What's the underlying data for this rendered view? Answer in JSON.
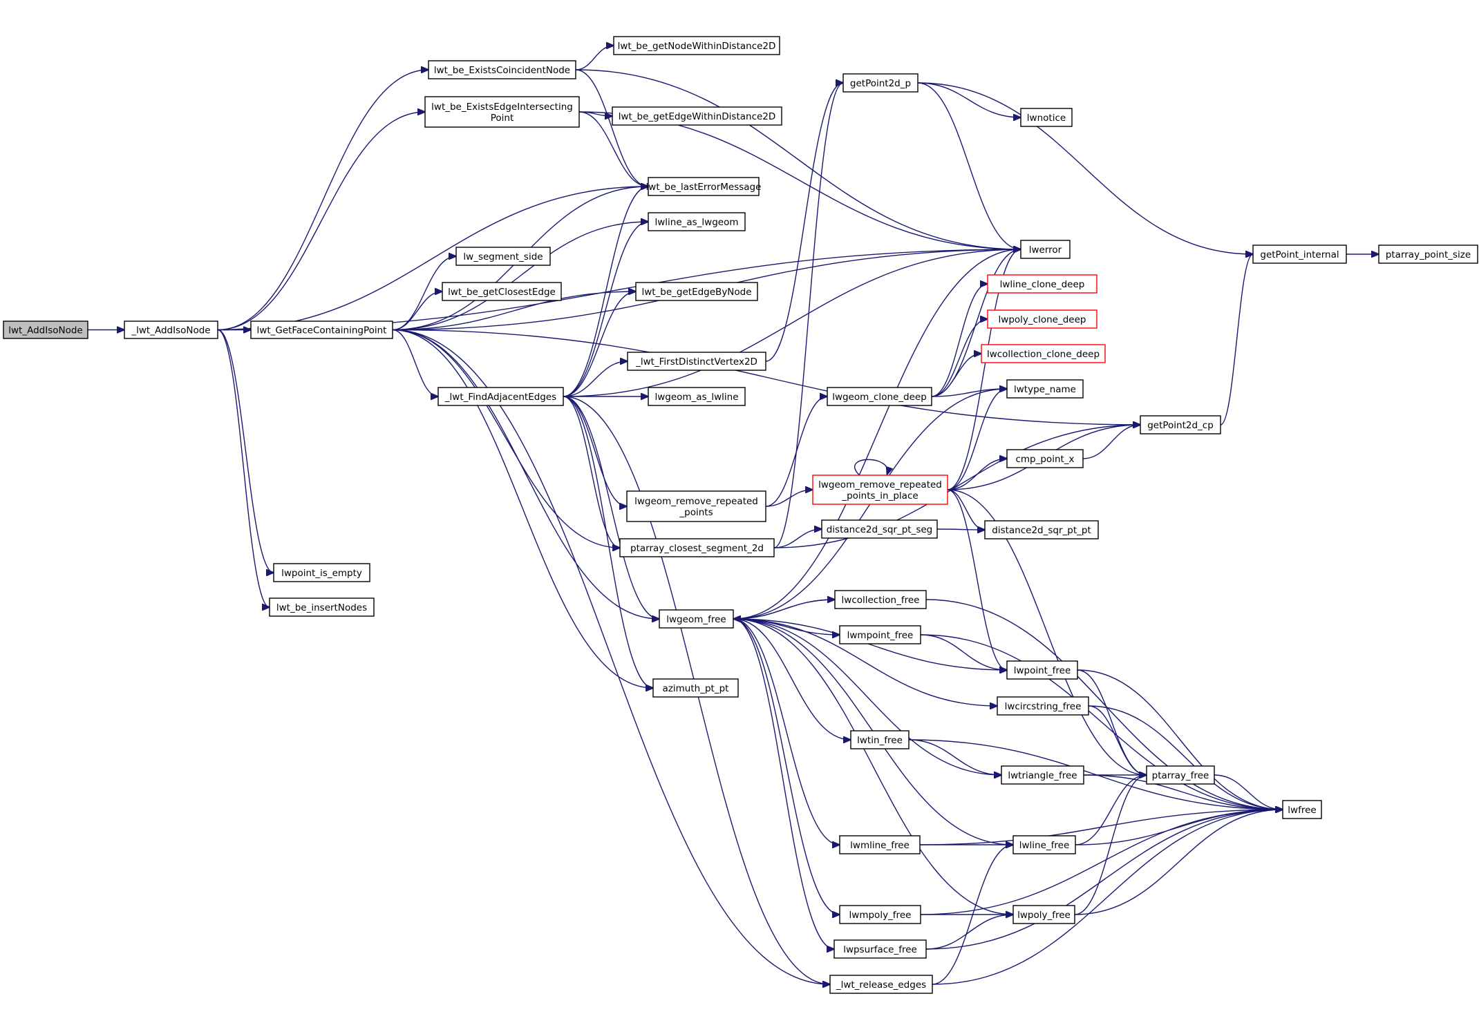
{
  "graph": {
    "edge_color": "#191970",
    "current_node_fill": "#bfbfbf",
    "truncated_node_border": "#ff0000",
    "nodes": [
      {
        "id": "lwt_AddIsoNode",
        "label": [
          "lwt_AddIsoNode"
        ],
        "current": true
      },
      {
        "id": "_lwt_AddIsoNode",
        "label": [
          "_lwt_AddIsoNode"
        ]
      },
      {
        "id": "lwt_GetFaceContainingPoint",
        "label": [
          "lwt_GetFaceContainingPoint"
        ]
      },
      {
        "id": "lwt_be_ExistsCoincidentNode",
        "label": [
          "lwt_be_ExistsCoincidentNode"
        ]
      },
      {
        "id": "lwt_be_ExistsEdgeIntersectingPoint",
        "label": [
          "lwt_be_ExistsEdgeIntersecting",
          "Point"
        ]
      },
      {
        "id": "lwt_be_getNodeWithinDistance2D",
        "label": [
          "lwt_be_getNodeWithinDistance2D"
        ]
      },
      {
        "id": "lwt_be_getEdgeWithinDistance2D",
        "label": [
          "lwt_be_getEdgeWithinDistance2D"
        ]
      },
      {
        "id": "lwt_be_lastErrorMessage",
        "label": [
          "lwt_be_lastErrorMessage"
        ]
      },
      {
        "id": "lwline_as_lwgeom",
        "label": [
          "lwline_as_lwgeom"
        ]
      },
      {
        "id": "lw_segment_side",
        "label": [
          "lw_segment_side"
        ]
      },
      {
        "id": "lwt_be_getClosestEdge",
        "label": [
          "lwt_be_getClosestEdge"
        ]
      },
      {
        "id": "lwt_be_getEdgeByNode",
        "label": [
          "lwt_be_getEdgeByNode"
        ]
      },
      {
        "id": "_lwt_FirstDistinctVertex2D",
        "label": [
          "_lwt_FirstDistinctVertex2D"
        ]
      },
      {
        "id": "_lwt_FindAdjacentEdges",
        "label": [
          "_lwt_FindAdjacentEdges"
        ]
      },
      {
        "id": "lwgeom_as_lwline",
        "label": [
          "lwgeom_as_lwline"
        ]
      },
      {
        "id": "lwgeom_remove_repeated_points",
        "label": [
          "lwgeom_remove_repeated",
          "_points"
        ]
      },
      {
        "id": "ptarray_closest_segment_2d",
        "label": [
          "ptarray_closest_segment_2d"
        ]
      },
      {
        "id": "lwpoint_is_empty",
        "label": [
          "lwpoint_is_empty"
        ]
      },
      {
        "id": "lwt_be_insertNodes",
        "label": [
          "lwt_be_insertNodes"
        ]
      },
      {
        "id": "lwgeom_free",
        "label": [
          "lwgeom_free"
        ]
      },
      {
        "id": "azimuth_pt_pt",
        "label": [
          "azimuth_pt_pt"
        ]
      },
      {
        "id": "getPoint2d_p",
        "label": [
          "getPoint2d_p"
        ]
      },
      {
        "id": "lwnotice",
        "label": [
          "lwnotice"
        ]
      },
      {
        "id": "lwerror",
        "label": [
          "lwerror"
        ]
      },
      {
        "id": "lwline_clone_deep",
        "label": [
          "lwline_clone_deep"
        ],
        "truncated": true
      },
      {
        "id": "lwpoly_clone_deep",
        "label": [
          "lwpoly_clone_deep"
        ],
        "truncated": true
      },
      {
        "id": "lwcollection_clone_deep",
        "label": [
          "lwcollection_clone_deep"
        ],
        "truncated": true
      },
      {
        "id": "lwgeom_clone_deep",
        "label": [
          "lwgeom_clone_deep"
        ]
      },
      {
        "id": "lwtype_name",
        "label": [
          "lwtype_name"
        ]
      },
      {
        "id": "lwgeom_remove_repeated_points_in_place",
        "label": [
          "lwgeom_remove_repeated",
          "_points_in_place"
        ],
        "truncated": true
      },
      {
        "id": "cmp_point_x",
        "label": [
          "cmp_point_x"
        ]
      },
      {
        "id": "distance2d_sqr_pt_seg",
        "label": [
          "distance2d_sqr_pt_seg"
        ]
      },
      {
        "id": "distance2d_sqr_pt_pt",
        "label": [
          "distance2d_sqr_pt_pt"
        ]
      },
      {
        "id": "getPoint2d_cp",
        "label": [
          "getPoint2d_cp"
        ]
      },
      {
        "id": "getPoint_internal",
        "label": [
          "getPoint_internal"
        ]
      },
      {
        "id": "ptarray_point_size",
        "label": [
          "ptarray_point_size"
        ]
      },
      {
        "id": "lwcollection_free",
        "label": [
          "lwcollection_free"
        ]
      },
      {
        "id": "lwmpoint_free",
        "label": [
          "lwmpoint_free"
        ]
      },
      {
        "id": "lwpoint_free",
        "label": [
          "lwpoint_free"
        ]
      },
      {
        "id": "lwcircstring_free",
        "label": [
          "lwcircstring_free"
        ]
      },
      {
        "id": "lwtin_free",
        "label": [
          "lwtin_free"
        ]
      },
      {
        "id": "lwtriangle_free",
        "label": [
          "lwtriangle_free"
        ]
      },
      {
        "id": "ptarray_free",
        "label": [
          "ptarray_free"
        ]
      },
      {
        "id": "lwfree",
        "label": [
          "lwfree"
        ]
      },
      {
        "id": "lwmline_free",
        "label": [
          "lwmline_free"
        ]
      },
      {
        "id": "lwline_free",
        "label": [
          "lwline_free"
        ]
      },
      {
        "id": "lwmpoly_free",
        "label": [
          "lwmpoly_free"
        ]
      },
      {
        "id": "lwpoly_free",
        "label": [
          "lwpoly_free"
        ]
      },
      {
        "id": "lwpsurface_free",
        "label": [
          "lwpsurface_free"
        ]
      },
      {
        "id": "_lwt_release_edges",
        "label": [
          "_lwt_release_edges"
        ]
      }
    ],
    "edges": [
      [
        "lwt_AddIsoNode",
        "_lwt_AddIsoNode"
      ],
      [
        "_lwt_AddIsoNode",
        "lwt_GetFaceContainingPoint"
      ],
      [
        "_lwt_AddIsoNode",
        "lwt_be_ExistsCoincidentNode"
      ],
      [
        "_lwt_AddIsoNode",
        "lwt_be_ExistsEdgeIntersectingPoint"
      ],
      [
        "_lwt_AddIsoNode",
        "lwt_be_lastErrorMessage"
      ],
      [
        "_lwt_AddIsoNode",
        "lwpoint_is_empty"
      ],
      [
        "_lwt_AddIsoNode",
        "lwt_be_insertNodes"
      ],
      [
        "_lwt_AddIsoNode",
        "lwerror"
      ],
      [
        "lwt_GetFaceContainingPoint",
        "lwt_be_lastErrorMessage"
      ],
      [
        "lwt_GetFaceContainingPoint",
        "lwline_as_lwgeom"
      ],
      [
        "lwt_GetFaceContainingPoint",
        "lw_segment_side"
      ],
      [
        "lwt_GetFaceContainingPoint",
        "lwt_be_getClosestEdge"
      ],
      [
        "lwt_GetFaceContainingPoint",
        "lwt_be_getEdgeByNode"
      ],
      [
        "lwt_GetFaceContainingPoint",
        "_lwt_FindAdjacentEdges"
      ],
      [
        "lwt_GetFaceContainingPoint",
        "lwerror"
      ],
      [
        "lwt_GetFaceContainingPoint",
        "getPoint2d_cp"
      ],
      [
        "lwt_GetFaceContainingPoint",
        "lwgeom_free"
      ],
      [
        "lwt_GetFaceContainingPoint",
        "azimuth_pt_pt"
      ],
      [
        "lwt_GetFaceContainingPoint",
        "ptarray_closest_segment_2d"
      ],
      [
        "lwt_GetFaceContainingPoint",
        "_lwt_release_edges"
      ],
      [
        "lwt_be_ExistsCoincidentNode",
        "lwt_be_getNodeWithinDistance2D"
      ],
      [
        "lwt_be_ExistsCoincidentNode",
        "lwt_be_lastErrorMessage"
      ],
      [
        "lwt_be_ExistsCoincidentNode",
        "lwerror"
      ],
      [
        "lwt_be_ExistsEdgeIntersectingPoint",
        "lwt_be_getEdgeWithinDistance2D"
      ],
      [
        "lwt_be_ExistsEdgeIntersectingPoint",
        "lwt_be_lastErrorMessage"
      ],
      [
        "lwt_be_ExistsEdgeIntersectingPoint",
        "lwerror"
      ],
      [
        "_lwt_FindAdjacentEdges",
        "lwt_be_lastErrorMessage"
      ],
      [
        "_lwt_FindAdjacentEdges",
        "lwline_as_lwgeom"
      ],
      [
        "_lwt_FindAdjacentEdges",
        "lwt_be_getEdgeByNode"
      ],
      [
        "_lwt_FindAdjacentEdges",
        "_lwt_FirstDistinctVertex2D"
      ],
      [
        "_lwt_FindAdjacentEdges",
        "lwgeom_as_lwline"
      ],
      [
        "_lwt_FindAdjacentEdges",
        "lwgeom_remove_repeated_points"
      ],
      [
        "_lwt_FindAdjacentEdges",
        "ptarray_closest_segment_2d"
      ],
      [
        "_lwt_FindAdjacentEdges",
        "lwgeom_free"
      ],
      [
        "_lwt_FindAdjacentEdges",
        "azimuth_pt_pt"
      ],
      [
        "_lwt_FindAdjacentEdges",
        "lwerror"
      ],
      [
        "_lwt_FindAdjacentEdges",
        "_lwt_release_edges"
      ],
      [
        "_lwt_FirstDistinctVertex2D",
        "getPoint2d_p"
      ],
      [
        "getPoint2d_p",
        "lwnotice"
      ],
      [
        "getPoint2d_p",
        "lwerror"
      ],
      [
        "getPoint2d_p",
        "getPoint_internal"
      ],
      [
        "lwgeom_remove_repeated_points",
        "lwgeom_clone_deep"
      ],
      [
        "lwgeom_remove_repeated_points",
        "lwgeom_remove_repeated_points_in_place"
      ],
      [
        "ptarray_closest_segment_2d",
        "getPoint2d_p"
      ],
      [
        "ptarray_closest_segment_2d",
        "distance2d_sqr_pt_seg"
      ],
      [
        "ptarray_closest_segment_2d",
        "getPoint2d_cp"
      ],
      [
        "distance2d_sqr_pt_seg",
        "distance2d_sqr_pt_pt"
      ],
      [
        "lwgeom_clone_deep",
        "lwline_clone_deep"
      ],
      [
        "lwgeom_clone_deep",
        "lwpoly_clone_deep"
      ],
      [
        "lwgeom_clone_deep",
        "lwcollection_clone_deep"
      ],
      [
        "lwgeom_clone_deep",
        "lwtype_name"
      ],
      [
        "lwgeom_clone_deep",
        "lwerror"
      ],
      [
        "lwgeom_remove_repeated_points_in_place",
        "lwgeom_remove_repeated_points_in_place"
      ],
      [
        "lwgeom_remove_repeated_points_in_place",
        "lwerror"
      ],
      [
        "lwgeom_remove_repeated_points_in_place",
        "lwtype_name"
      ],
      [
        "lwgeom_remove_repeated_points_in_place",
        "getPoint2d_cp"
      ],
      [
        "lwgeom_remove_repeated_points_in_place",
        "cmp_point_x"
      ],
      [
        "lwgeom_remove_repeated_points_in_place",
        "distance2d_sqr_pt_pt"
      ],
      [
        "lwgeom_remove_repeated_points_in_place",
        "lwpoint_free"
      ],
      [
        "lwgeom_remove_repeated_points_in_place",
        "ptarray_free"
      ],
      [
        "cmp_point_x",
        "getPoint2d_cp"
      ],
      [
        "getPoint2d_cp",
        "getPoint_internal"
      ],
      [
        "getPoint_internal",
        "ptarray_point_size"
      ],
      [
        "lwgeom_free",
        "lwcollection_free"
      ],
      [
        "lwgeom_free",
        "lwmpoint_free"
      ],
      [
        "lwgeom_free",
        "lwpoint_free"
      ],
      [
        "lwgeom_free",
        "lwcircstring_free"
      ],
      [
        "lwgeom_free",
        "lwtin_free"
      ],
      [
        "lwgeom_free",
        "lwtriangle_free"
      ],
      [
        "lwgeom_free",
        "lwmline_free"
      ],
      [
        "lwgeom_free",
        "lwline_free"
      ],
      [
        "lwgeom_free",
        "lwmpoly_free"
      ],
      [
        "lwgeom_free",
        "lwpoly_free"
      ],
      [
        "lwgeom_free",
        "lwpsurface_free"
      ],
      [
        "lwgeom_free",
        "lwerror"
      ],
      [
        "lwgeom_free",
        "lwtype_name"
      ],
      [
        "lwcollection_free",
        "lwgeom_free"
      ],
      [
        "lwcollection_free",
        "lwfree"
      ],
      [
        "lwmpoint_free",
        "lwpoint_free"
      ],
      [
        "lwmpoint_free",
        "lwfree"
      ],
      [
        "lwpoint_free",
        "ptarray_free"
      ],
      [
        "lwpoint_free",
        "lwfree"
      ],
      [
        "lwcircstring_free",
        "ptarray_free"
      ],
      [
        "lwcircstring_free",
        "lwfree"
      ],
      [
        "lwtin_free",
        "lwtriangle_free"
      ],
      [
        "lwtin_free",
        "lwfree"
      ],
      [
        "lwtriangle_free",
        "ptarray_free"
      ],
      [
        "lwtriangle_free",
        "lwfree"
      ],
      [
        "ptarray_free",
        "lwfree"
      ],
      [
        "lwmline_free",
        "lwline_free"
      ],
      [
        "lwmline_free",
        "lwfree"
      ],
      [
        "lwline_free",
        "ptarray_free"
      ],
      [
        "lwline_free",
        "lwfree"
      ],
      [
        "lwmpoly_free",
        "lwpoly_free"
      ],
      [
        "lwmpoly_free",
        "lwfree"
      ],
      [
        "lwpoly_free",
        "ptarray_free"
      ],
      [
        "lwpoly_free",
        "lwfree"
      ],
      [
        "lwpsurface_free",
        "lwpoly_free"
      ],
      [
        "lwpsurface_free",
        "lwfree"
      ],
      [
        "_lwt_release_edges",
        "lwline_free"
      ],
      [
        "_lwt_release_edges",
        "lwfree"
      ]
    ]
  }
}
